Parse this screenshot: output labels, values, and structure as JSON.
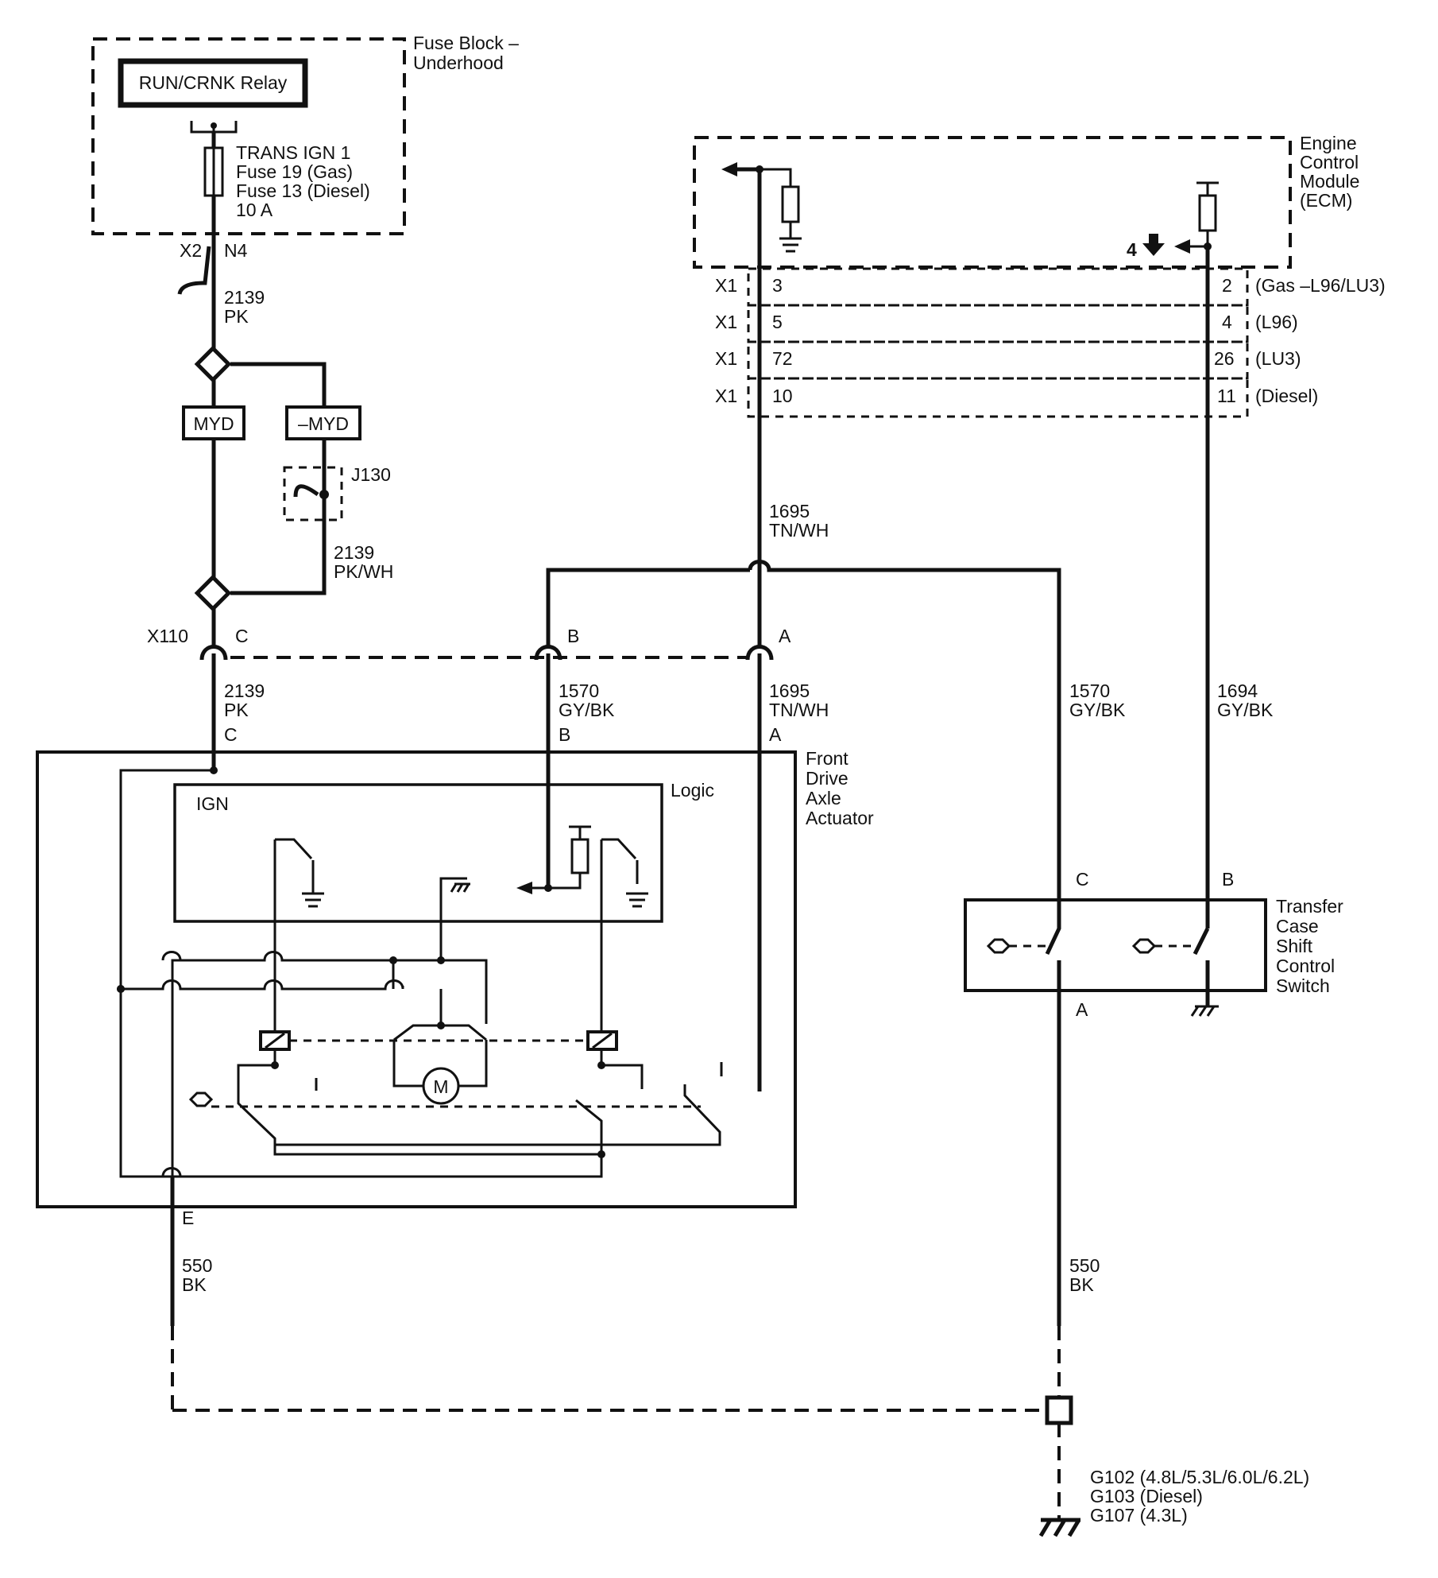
{
  "fuse_block": {
    "title_1": "Fuse Block –",
    "title_2": "Underhood",
    "relay": "RUN/CRNK Relay",
    "fuse_1": "TRANS IGN 1",
    "fuse_2": "Fuse 19 (Gas)",
    "fuse_3": "Fuse 13 (Diesel)",
    "fuse_4": "10 A",
    "conn_x2": "X2",
    "pin_n4": "N4"
  },
  "wires": {
    "w2139_pk": {
      "num": "2139",
      "color": "PK"
    },
    "w2139_pkwh": {
      "num": "2139",
      "color": "PK/WH"
    },
    "w2139_pk_low": {
      "num": "2139",
      "color": "PK"
    },
    "w1570_b": {
      "num": "1570",
      "color": "GY/BK"
    },
    "w1695_a": {
      "num": "1695",
      "color": "TN/WH"
    },
    "w1695_top": {
      "num": "1695",
      "color": "TN/WH"
    },
    "w1570_right": {
      "num": "1570",
      "color": "GY/BK"
    },
    "w1694": {
      "num": "1694",
      "color": "GY/BK"
    },
    "w550_left": {
      "num": "550",
      "color": "BK"
    },
    "w550_right": {
      "num": "550",
      "color": "BK"
    }
  },
  "options": {
    "myd": "MYD",
    "not_myd": "–MYD"
  },
  "splice": {
    "j130": "J130"
  },
  "x110": {
    "name": "X110",
    "pin_c": "C",
    "pin_b": "B",
    "pin_a": "A"
  },
  "actuator": {
    "title_1": "Front",
    "title_2": "Drive",
    "title_3": "Axle",
    "title_4": "Actuator",
    "pin_c": "C",
    "pin_b": "B",
    "pin_a": "A",
    "pin_e": "E",
    "logic": "Logic",
    "ign": "IGN",
    "motor": "M"
  },
  "ecm": {
    "title_1": "Engine",
    "title_2": "Control",
    "title_3": "Module",
    "title_4": "(ECM)",
    "ref": "4",
    "rows": [
      {
        "conn": "X1",
        "left": "3",
        "right": "2",
        "note": "(Gas –L96/LU3)"
      },
      {
        "conn": "X1",
        "left": "5",
        "right": "4",
        "note": "(L96)"
      },
      {
        "conn": "X1",
        "left": "72",
        "right": "26",
        "note": "(LU3)"
      },
      {
        "conn": "X1",
        "left": "10",
        "right": "11",
        "note": "(Diesel)"
      }
    ]
  },
  "transfer_case": {
    "title_1": "Transfer",
    "title_2": "Case",
    "title_3": "Shift",
    "title_4": "Control",
    "title_5": "Switch",
    "pin_c": "C",
    "pin_b": "B",
    "pin_a": "A"
  },
  "grounds": {
    "g102": "G102 (4.8L/5.3L/6.0L/6.2L)",
    "g103": "G103 (Diesel)",
    "g107": "G107 (4.3L)"
  }
}
